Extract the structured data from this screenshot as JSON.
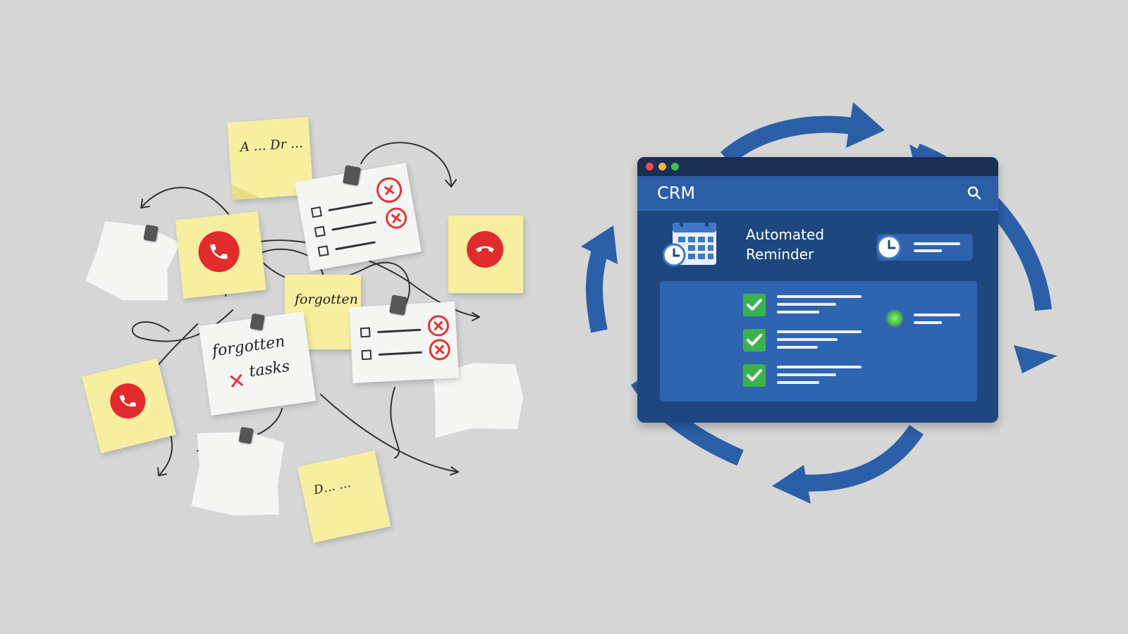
{
  "scene": {
    "left_chaos": {
      "handwritten_notes": [
        {
          "id": "top-note",
          "text": "A … Dr …"
        },
        {
          "id": "center-note",
          "text": "forgotten"
        },
        {
          "id": "big-note-line1",
          "text": "forgotten"
        },
        {
          "id": "big-note-line2",
          "text": "tasks"
        },
        {
          "id": "bottom-note",
          "text": "D… …"
        }
      ],
      "icons": [
        "phone-icon",
        "hang-up-icon",
        "x-circle-icon",
        "checkbox-icon",
        "curved-arrow-icon",
        "pin-icon"
      ]
    },
    "crm": {
      "title": "CRM",
      "reminder_line1": "Automated",
      "reminder_line2": "Reminder",
      "checklist_count_label": "",
      "colors": {
        "window": "#1e4780",
        "header": "#2c5ea6",
        "titlebar": "#1b2f52",
        "panel": "#2f64b0",
        "check": "#3cb34a",
        "cycle_arrows": "#2b5fa8",
        "dot_red": "#f04b4b",
        "dot_yellow": "#f4b536",
        "dot_green": "#3ec24e"
      }
    }
  }
}
